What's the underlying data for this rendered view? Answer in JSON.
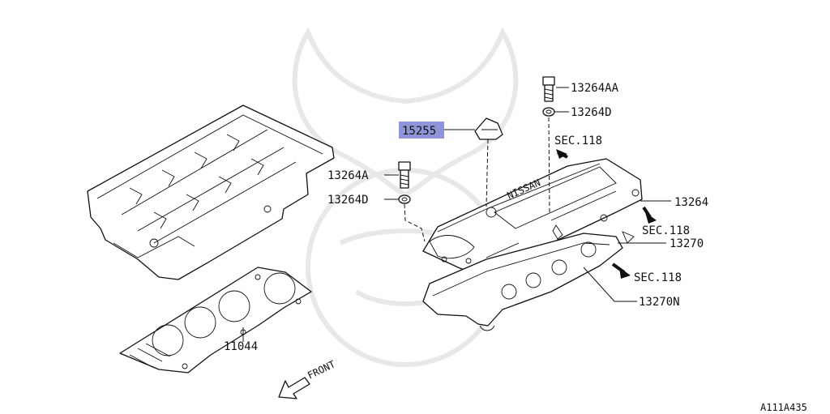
{
  "callouts": {
    "c13264AA": "13264AA",
    "c13264D_top": "13264D",
    "c15255": "15255",
    "c13264A": "13264A",
    "c13264D_left": "13264D",
    "c13264": "13264",
    "c13270": "13270",
    "c13270N": "13270N",
    "c11044": "11044"
  },
  "section_refs": {
    "sec_top": "SEC.118",
    "sec_right": "SEC.118",
    "sec_bottom": "SEC.118"
  },
  "front_label": "FRONT",
  "diagram_id": "A111A435",
  "colors": {
    "highlight": "#8f95d8",
    "ink": "#111111",
    "watermark": "#e8e8e8"
  },
  "icons": {
    "front_arrow": "hollow-arrow-icon",
    "section_arrow": "solid-arrow-icon"
  }
}
